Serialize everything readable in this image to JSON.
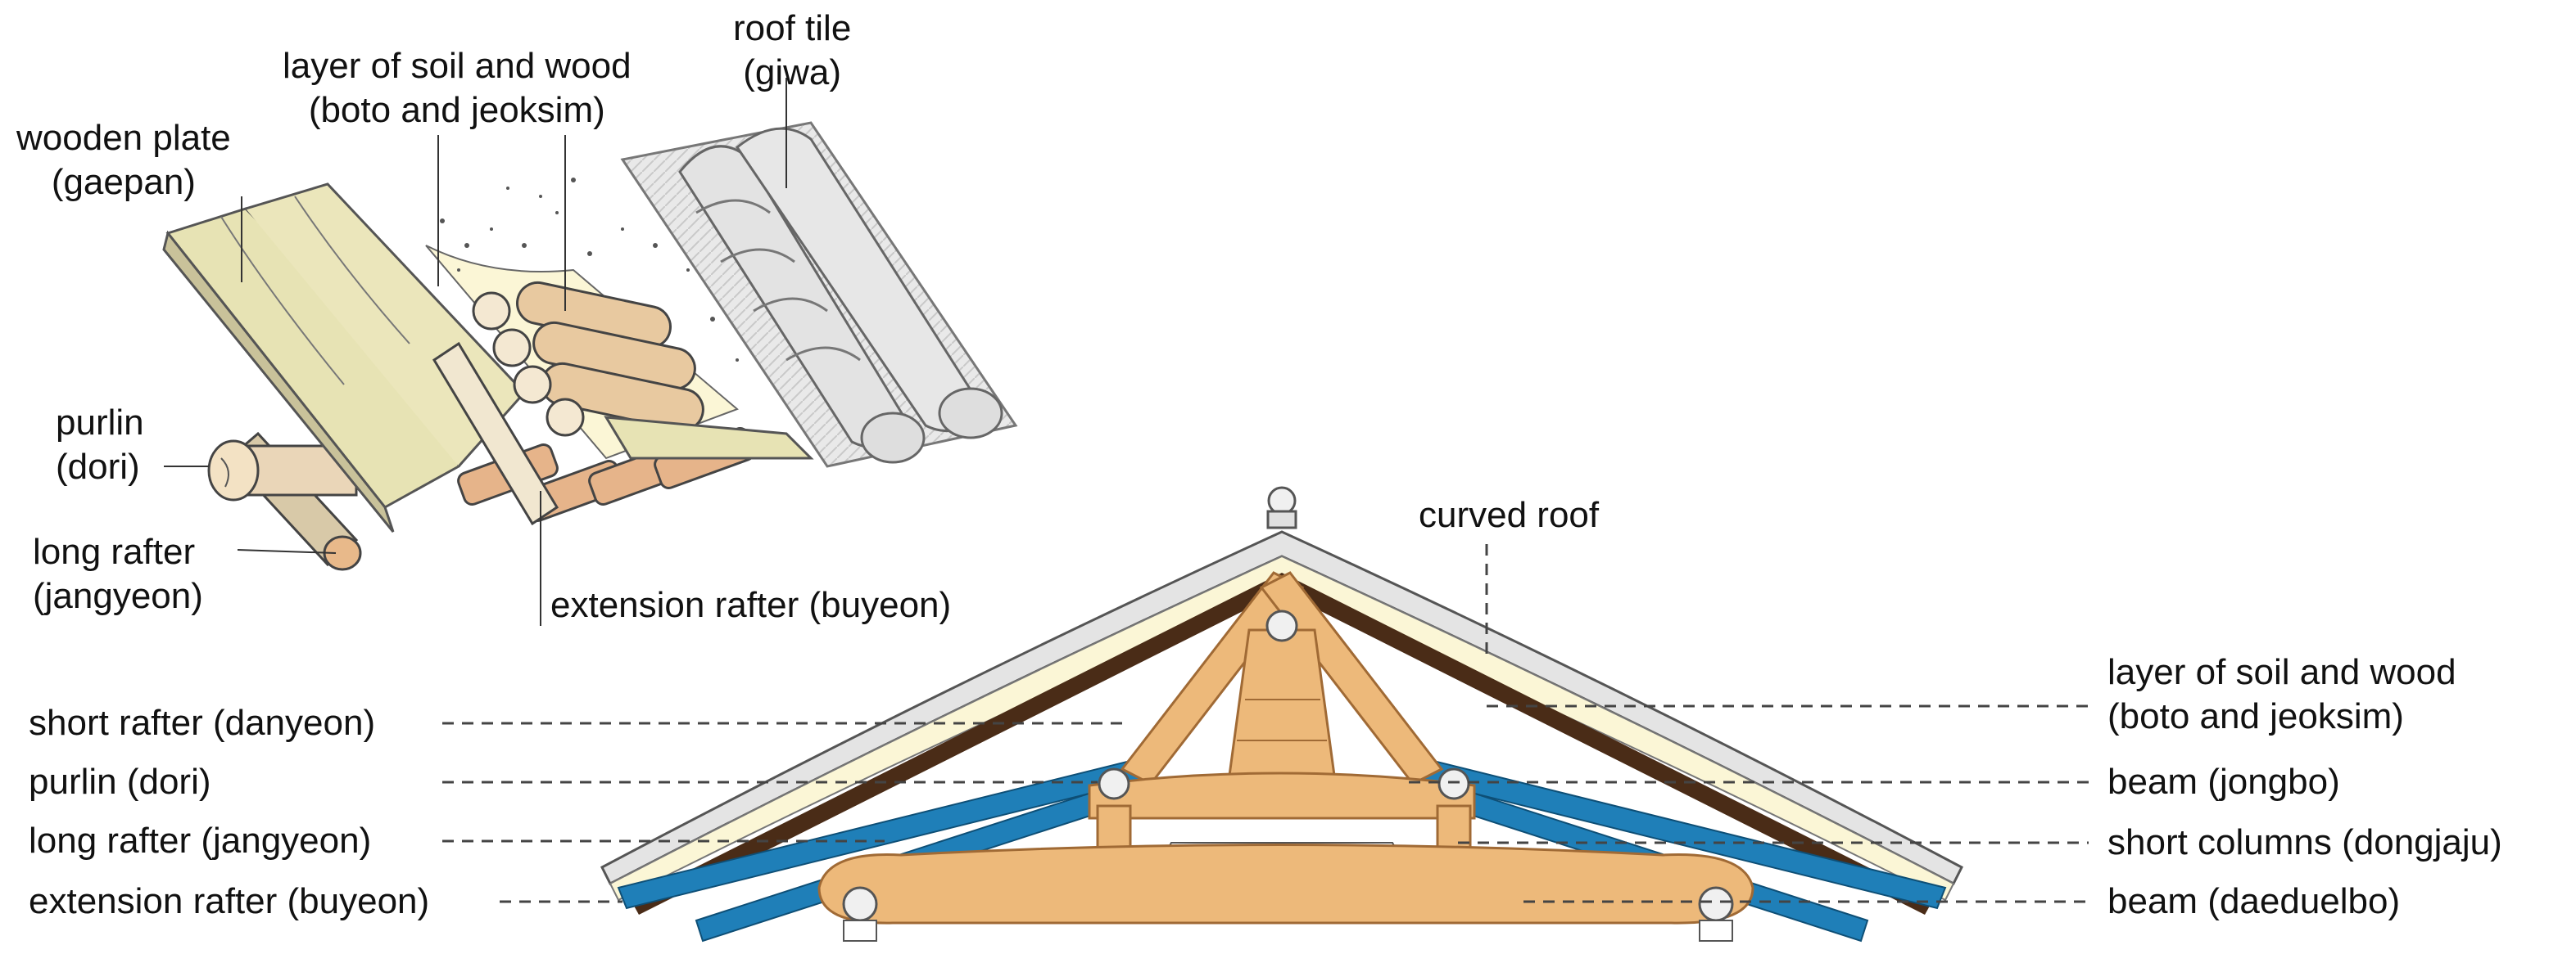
{
  "colors": {
    "wood": "#edb97a",
    "wood_dark": "#d99a55",
    "plate": "#e7e3b4",
    "soil": "#fbf6d6",
    "tile": "#e6e6e6",
    "rafter_blue": "#1f7fb8",
    "rafter_brown": "#4a2c17",
    "line": "#333333"
  },
  "labels": {
    "wooden_plate": [
      "wooden plate",
      "(gaepan)"
    ],
    "soil_wood_top": [
      "layer of soil and wood",
      "(boto and jeoksim)"
    ],
    "roof_tile": [
      "roof tile",
      "(giwa)"
    ],
    "purlin_top": [
      "purlin",
      "(dori)"
    ],
    "long_rafter_top": [
      "long rafter",
      "(jangyeon)"
    ],
    "extension_rafter_top": "extension rafter (buyeon)",
    "curved_roof": "curved roof",
    "short_rafter": "short rafter (danyeon)",
    "purlin": "purlin (dori)",
    "long_rafter": "long rafter (jangyeon)",
    "extension_rafter": "extension rafter (buyeon)",
    "soil_wood_right": [
      "layer of soil and wood",
      "(boto and jeoksim)"
    ],
    "beam_jongbo": "beam (jongbo)",
    "short_columns": "short columns (dongjaju)",
    "beam_daeduelbo": "beam (daeduelbo)"
  }
}
